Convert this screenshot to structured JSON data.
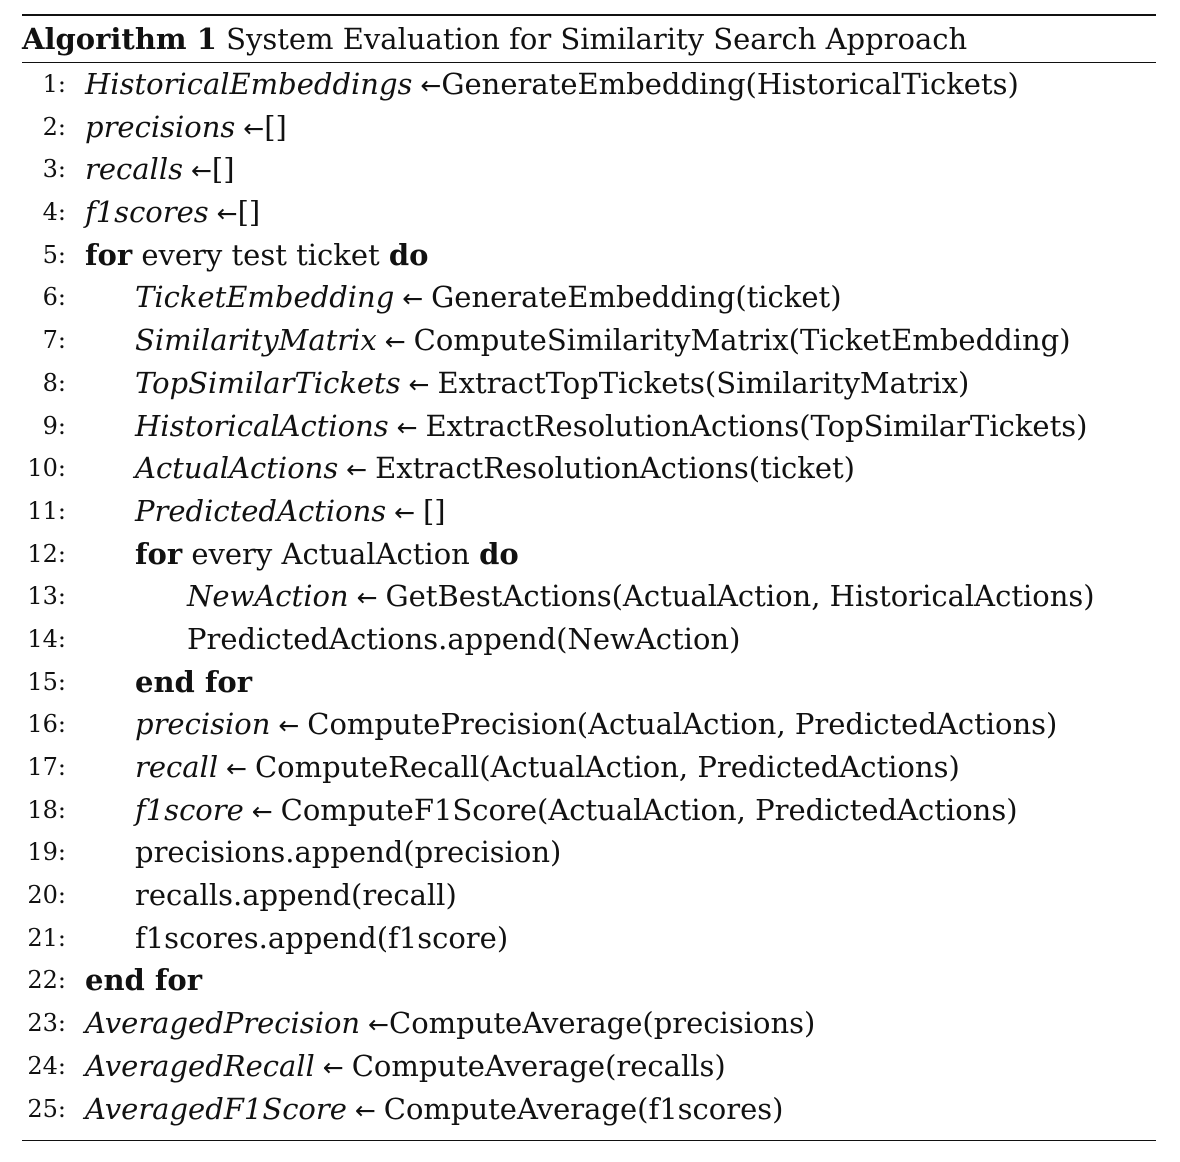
{
  "caption": {
    "label": "Algorithm 1",
    "title": "System Evaluation for Similarity Search Approach"
  },
  "arrow": "←",
  "lines": [
    {
      "num": "1:",
      "indent": 0,
      "var": "HistoricalEmbeddings",
      "sep": " ←",
      "rhs": "GenerateEmbedding(HistoricalTickets)"
    },
    {
      "num": "2:",
      "indent": 0,
      "var": "precisions",
      "sep": " ←",
      "rhs": "[]"
    },
    {
      "num": "3:",
      "indent": 0,
      "var": "recalls",
      "sep": " ←",
      "rhs": "[]"
    },
    {
      "num": "4:",
      "indent": 0,
      "var": "f1scores",
      "sep": " ←",
      "rhs": "[]"
    },
    {
      "num": "5:",
      "indent": 0,
      "kw1": "for",
      "text": " every test ticket ",
      "kw2": "do"
    },
    {
      "num": "6:",
      "indent": 1,
      "var": "TicketEmbedding",
      "sep": " ← ",
      "rhs": "GenerateEmbedding(ticket)"
    },
    {
      "num": "7:",
      "indent": 1,
      "var": "SimilarityMatrix",
      "sep": " ← ",
      "rhs": "ComputeSimilarityMatrix(TicketEmbedding)"
    },
    {
      "num": "8:",
      "indent": 1,
      "var": "TopSimilarTickets",
      "sep": " ← ",
      "rhs": "ExtractTopTickets(SimilarityMatrix)"
    },
    {
      "num": "9:",
      "indent": 1,
      "var": "HistoricalActions",
      "sep": " ← ",
      "rhs": "ExtractResolutionActions(TopSimilarTickets)"
    },
    {
      "num": "10:",
      "indent": 1,
      "var": "ActualActions",
      "sep": " ← ",
      "rhs": "ExtractResolutionActions(ticket)"
    },
    {
      "num": "11:",
      "indent": 1,
      "var": "PredictedActions",
      "sep": " ← ",
      "rhs": "[]"
    },
    {
      "num": "12:",
      "indent": 1,
      "kw1": "for",
      "text": " every ActualAction ",
      "kw2": "do"
    },
    {
      "num": "13:",
      "indent": 2,
      "var": "NewAction",
      "sep": " ← ",
      "rhs": "GetBestActions(ActualAction, HistoricalActions)"
    },
    {
      "num": "14:",
      "indent": 2,
      "plain": "PredictedActions.append(NewAction)"
    },
    {
      "num": "15:",
      "indent": 1,
      "kw1": "end for"
    },
    {
      "num": "16:",
      "indent": 1,
      "var": "precision",
      "sep": " ← ",
      "rhs": "ComputePrecision(ActualAction, PredictedActions)"
    },
    {
      "num": "17:",
      "indent": 1,
      "var": "recall",
      "sep": " ← ",
      "rhs": "ComputeRecall(ActualAction, PredictedActions)"
    },
    {
      "num": "18:",
      "indent": 1,
      "var": "f1score",
      "sep": " ← ",
      "rhs": "ComputeF1Score(ActualAction, PredictedActions)"
    },
    {
      "num": "19:",
      "indent": 1,
      "plain": "precisions.append(precision)"
    },
    {
      "num": "20:",
      "indent": 1,
      "plain": "recalls.append(recall)"
    },
    {
      "num": "21:",
      "indent": 1,
      "plain": "f1scores.append(f1score)"
    },
    {
      "num": "22:",
      "indent": 0,
      "kw1": "end for"
    },
    {
      "num": "23:",
      "indent": 0,
      "var": "AveragedPrecision",
      "sep": " ←",
      "rhs": "ComputeAverage(precisions)"
    },
    {
      "num": "24:",
      "indent": 0,
      "var": "AveragedRecall",
      "sep": " ← ",
      "rhs": "ComputeAverage(recalls)"
    },
    {
      "num": "25:",
      "indent": 0,
      "var": "AveragedF1Score",
      "sep": " ← ",
      "rhs": "ComputeAverage(f1scores)"
    }
  ]
}
